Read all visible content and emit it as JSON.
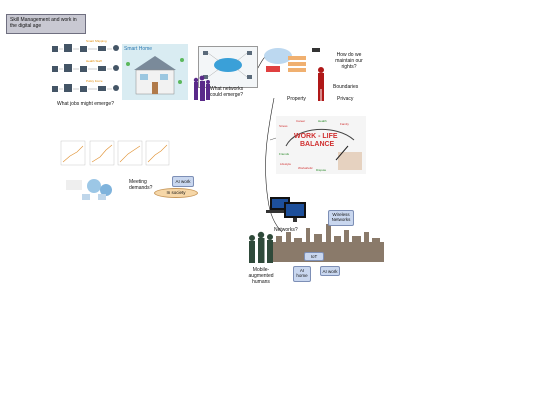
{
  "title_box": {
    "text": "Skill Management and work in the digital age"
  },
  "jobs": {
    "question": "What jobs might emerge?",
    "row_labels": [
      "Smart Shipping",
      "Health Staff",
      "Policy Force"
    ]
  },
  "smart_home": {
    "label": "Smart Home"
  },
  "networks_cluster": {
    "question": "What networks could emerge?"
  },
  "rights": {
    "question": "How do we maintain our rights?",
    "boundaries": "Boundaries",
    "property": "Property",
    "privacy": "Privacy"
  },
  "work_life": {
    "title_line1": "WORK - LIFE",
    "title_line2": "BALANCE",
    "words": [
      "Career",
      "Health",
      "Family",
      "Stress",
      "Friends",
      "Lifestyle",
      "Workaholic",
      "Dispute"
    ]
  },
  "demands": {
    "question": "Meeting demands?",
    "ai_work": "AI work",
    "in_society": "In society"
  },
  "city": {
    "networks_q": "Networks?",
    "wireless": "Wireless Networks",
    "iot": "IoT",
    "ai_home": "AI home",
    "ai_work": "AI work",
    "humans": "Mobile-augmented humans"
  },
  "colors": {
    "node_fill": "#c9d7ef",
    "ellipse_fill": "#f6d7a8",
    "silhouette_purple": "#5a2a8a",
    "silhouette_green": "#2f4a3a",
    "skyline": "#8a7a6a",
    "figure_red": "#b01818"
  }
}
